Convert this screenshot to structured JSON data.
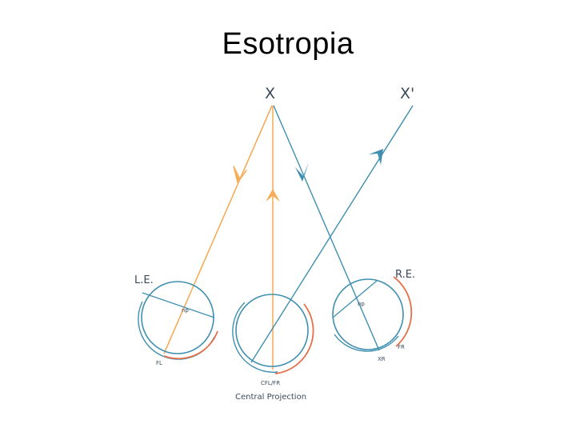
{
  "title": "Esotropia",
  "labels": {
    "x": "X",
    "x_prime": "X'",
    "left_eye": "L.E.",
    "right_eye": "R.E.",
    "np_left": "np",
    "np_right": "np",
    "fl": "FL",
    "fr": "FR",
    "xr": "XR",
    "cfl_fr": "CFL/FR",
    "central_projection": "Central Projection"
  },
  "colors": {
    "orange": "#f5ad5c",
    "teal": "#3f8fb0",
    "red": "#e4704a",
    "text": "#3a4a5a"
  }
}
